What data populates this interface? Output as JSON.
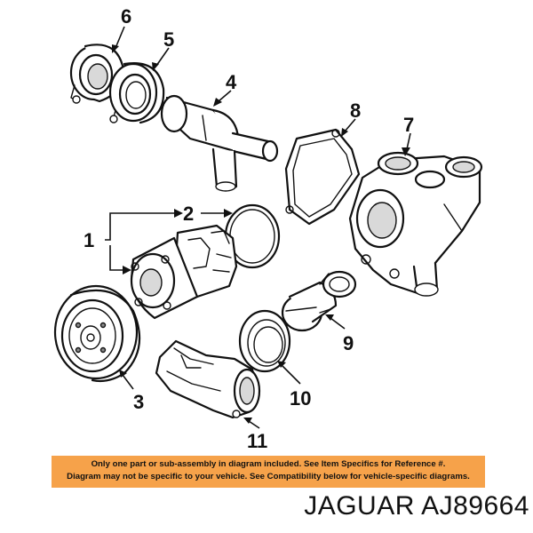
{
  "callouts": [
    "1",
    "2",
    "3",
    "4",
    "5",
    "6",
    "7",
    "8",
    "9",
    "10",
    "11"
  ],
  "notice": {
    "line1": "Only one part or sub-assembly in diagram included. See Item Specifics for Reference #.",
    "line2": "Diagram may not be specific to your vehicle. See Compatibility below for vehicle-specific diagrams."
  },
  "brand": "JAGUAR",
  "part_number": "AJ89664",
  "colors": {
    "notice_bg": "#f6a24a",
    "ink": "#111111"
  }
}
